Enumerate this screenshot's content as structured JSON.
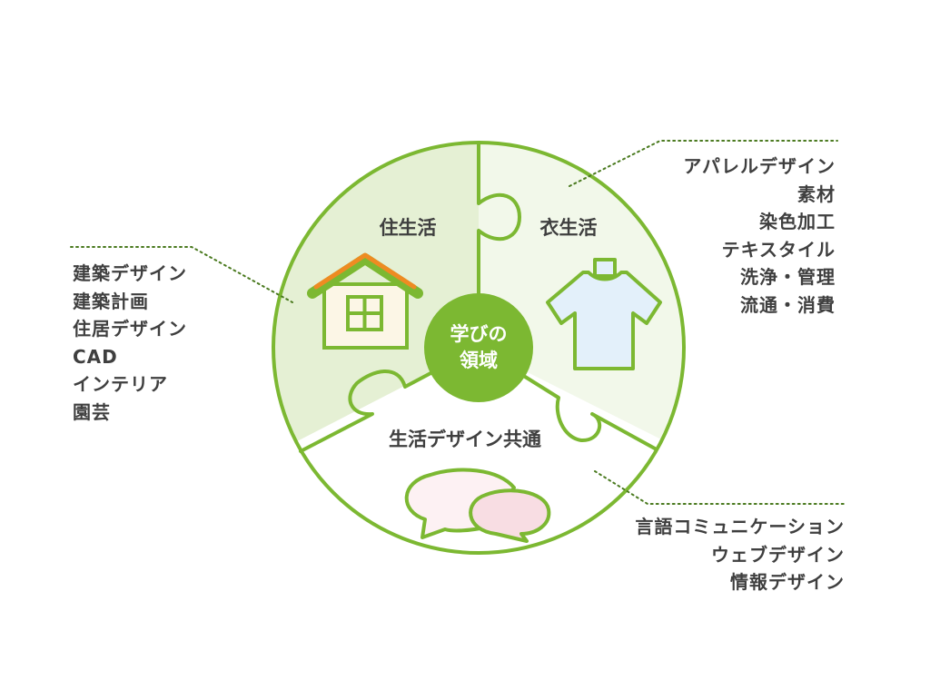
{
  "center": {
    "line1": "学びの",
    "line2": "領域"
  },
  "segments": {
    "housing": {
      "label": "住生活",
      "icon": "house-icon"
    },
    "clothing": {
      "label": "衣生活",
      "icon": "tshirt-icon"
    },
    "common": {
      "label": "生活デザイン共通",
      "icon": "speech-bubbles-icon"
    }
  },
  "lists": {
    "housing": [
      "建築デザイン",
      "建築計画",
      "住居デザイン",
      "CAD",
      "インテリア",
      "園芸"
    ],
    "clothing": [
      "アパレルデザイン",
      "素材",
      "染色加工",
      "テキスタイル",
      "洗浄・管理",
      "流通・消費"
    ],
    "common": [
      "言語コミュニケーション",
      "ウェブデザイン",
      "情報デザイン"
    ]
  },
  "colors": {
    "primary_green": "#7cb832",
    "housing_fill": "#e5f0d4",
    "clothing_fill": "#f2f8ea",
    "roof": "#ee8b22",
    "house_body": "#fcf6e6",
    "shirt": "#e3f0fa",
    "bubble_back": "#fdf1f3",
    "bubble_front": "#f8dde3",
    "text": "#3f3f3f"
  }
}
